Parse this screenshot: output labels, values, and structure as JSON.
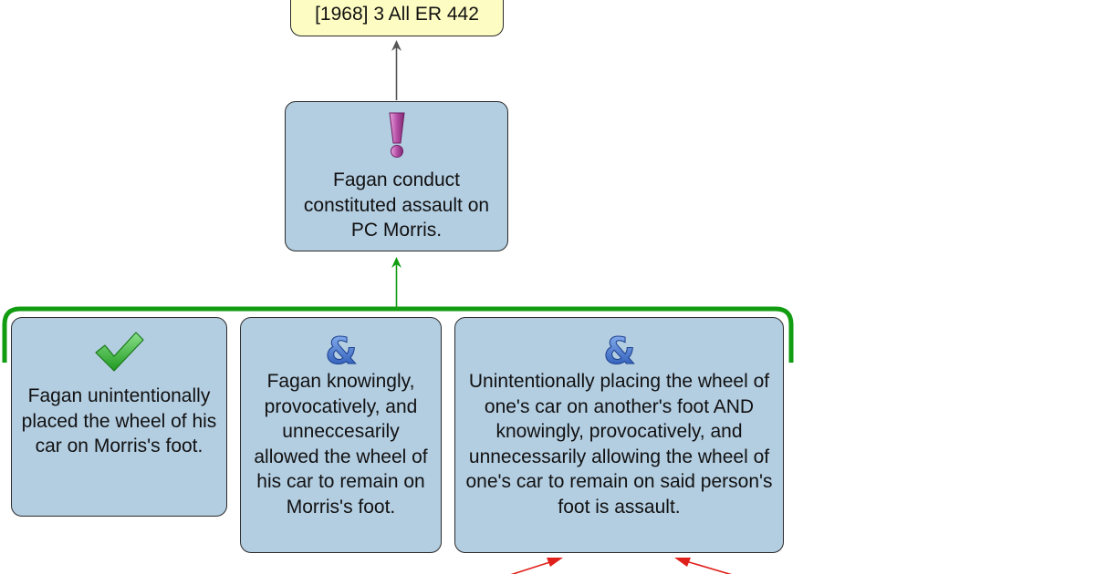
{
  "citation": {
    "text": "[1968] 3 All ER 442"
  },
  "conclusion": {
    "icon": "exclamation-icon",
    "text": "Fagan conduct constituted assault on PC Morris."
  },
  "premises": [
    {
      "icon": "checkmark-icon",
      "text": "Fagan unintentionally placed the wheel of his car on Morris's foot."
    },
    {
      "icon": "ampersand-icon",
      "text": "Fagan knowingly, provocatively, and unneccesarily allowed the wheel of his car to remain on Morris's foot."
    },
    {
      "icon": "ampersand-icon",
      "text": "Unintentionally placing the wheel of one's car on another's foot AND knowingly, provocatively, and unnecessarily allowing the wheel of one's car to remain on said person's foot is assault."
    }
  ],
  "colors": {
    "node_fill": "#b3cde1",
    "citation_fill": "#fdfcc2",
    "support_green": "#119c11",
    "inference_arrow": "#555555",
    "objection_red": "#e0201a",
    "exclamation_purple": "#b64fa6",
    "ampersand_blue": "#2f63c8",
    "check_green": "#2fb52f"
  }
}
